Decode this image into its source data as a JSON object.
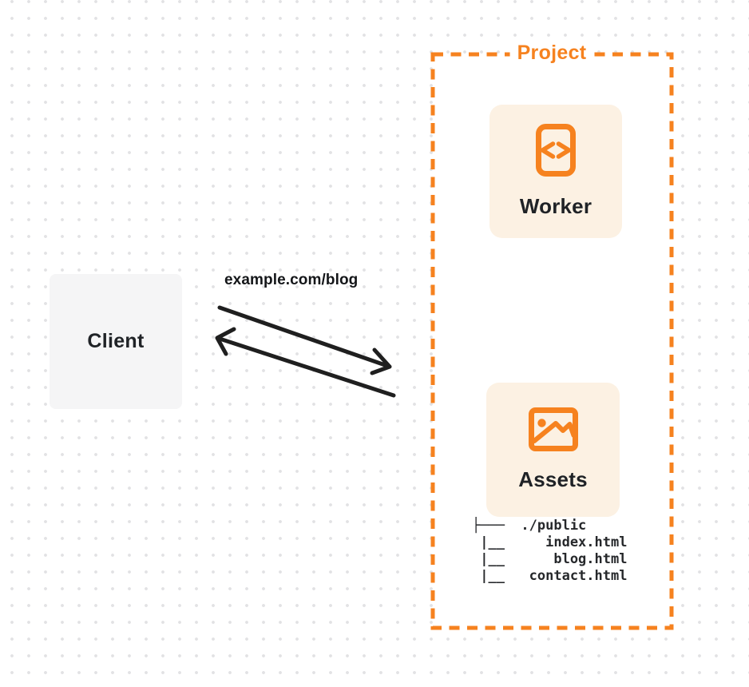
{
  "client": {
    "label": "Client"
  },
  "request": {
    "label": "example.com/blog"
  },
  "project": {
    "label": "Project",
    "worker": {
      "label": "Worker",
      "icon": "code-icon"
    },
    "assets": {
      "label": "Assets",
      "icon": "image-icon"
    },
    "file_tree": {
      "root": "./public",
      "files": [
        "index.html",
        "blog.html",
        "contact.html"
      ],
      "ascii_art": "├───  ./public\n |__     index.html\n |__      blog.html\n |__   contact.html"
    }
  },
  "colors": {
    "accent_orange": "#F6821F",
    "card_background": "#FCF1E3",
    "client_background": "#F5F5F6",
    "arrow_black": "#1F1F1F",
    "text_dark": "#1F2226",
    "dot_grid": "#E2E2E4"
  }
}
